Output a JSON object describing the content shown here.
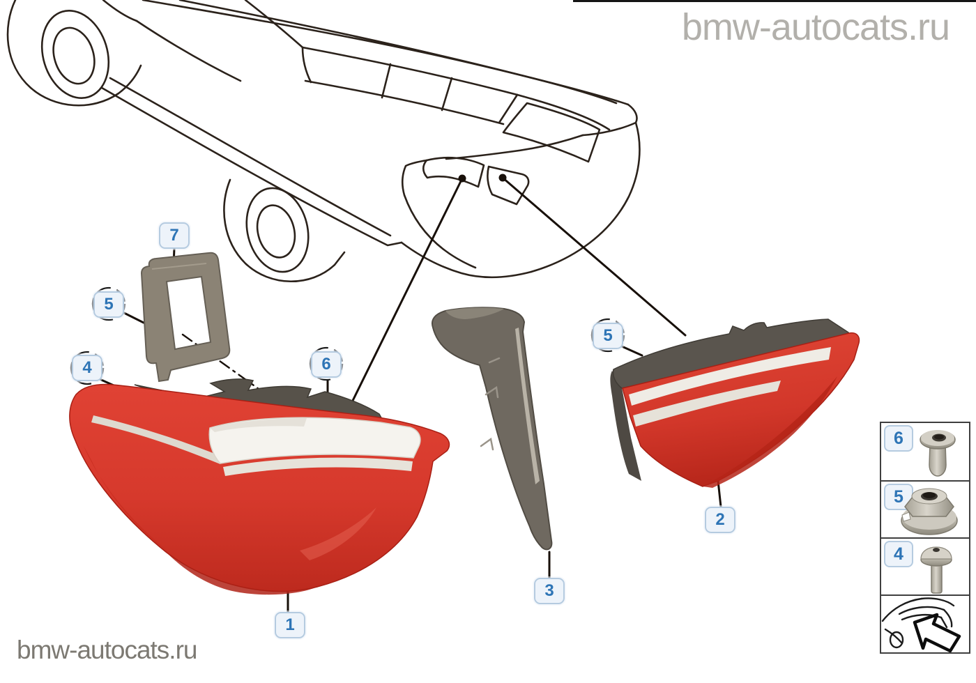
{
  "watermarks": {
    "top_right": "bmw-autocats.ru",
    "bottom_left": "bmw-autocats.ru"
  },
  "callouts": {
    "c1": {
      "label": "1",
      "circled": false
    },
    "c2": {
      "label": "2",
      "circled": false
    },
    "c3": {
      "label": "3",
      "circled": false
    },
    "c4": {
      "label": "4",
      "circled": true
    },
    "c5a": {
      "label": "5",
      "circled": true
    },
    "c5b": {
      "label": "5",
      "circled": true
    },
    "c6": {
      "label": "6",
      "circled": true
    },
    "c7": {
      "label": "7",
      "circled": false
    }
  },
  "legend": {
    "items": [
      {
        "label": "6",
        "icon": "rivet-nut-icon"
      },
      {
        "label": "5",
        "icon": "flange-nut-icon"
      },
      {
        "label": "4",
        "icon": "screw-icon"
      }
    ],
    "location_thumb": {
      "icon": "car-location-arrow-icon"
    }
  },
  "colors": {
    "accent_blue": "#2e75b6",
    "tag_border": "#b5cbe0",
    "tag_background": "#edf3fa",
    "lamp_red": "#d6392c",
    "lamp_red_dark": "#b5261b",
    "reflector_white": "#f5f3ee",
    "housing_gray": "#57524a",
    "gasket_taupe": "#8b8375",
    "watermark_gray": "#b2b0ab",
    "line_black": "#241b14"
  }
}
